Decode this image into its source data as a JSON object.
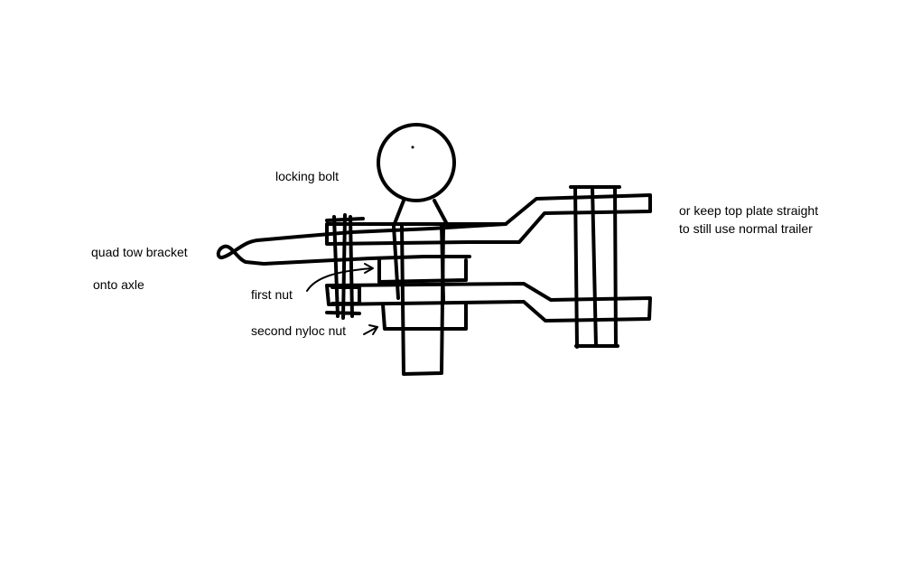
{
  "labels": {
    "locking_bolt": "locking bolt",
    "quad_tow_bracket": "quad tow bracket",
    "onto_axle": "onto axle",
    "first_nut": "first nut",
    "second_nylon_nut": "second nyloc nut",
    "top_plate_note_line1": "or keep top plate straight",
    "top_plate_note_line2": "to still use normal trailer"
  },
  "colors": {
    "background": "#ffffff",
    "ink": "#000000"
  }
}
